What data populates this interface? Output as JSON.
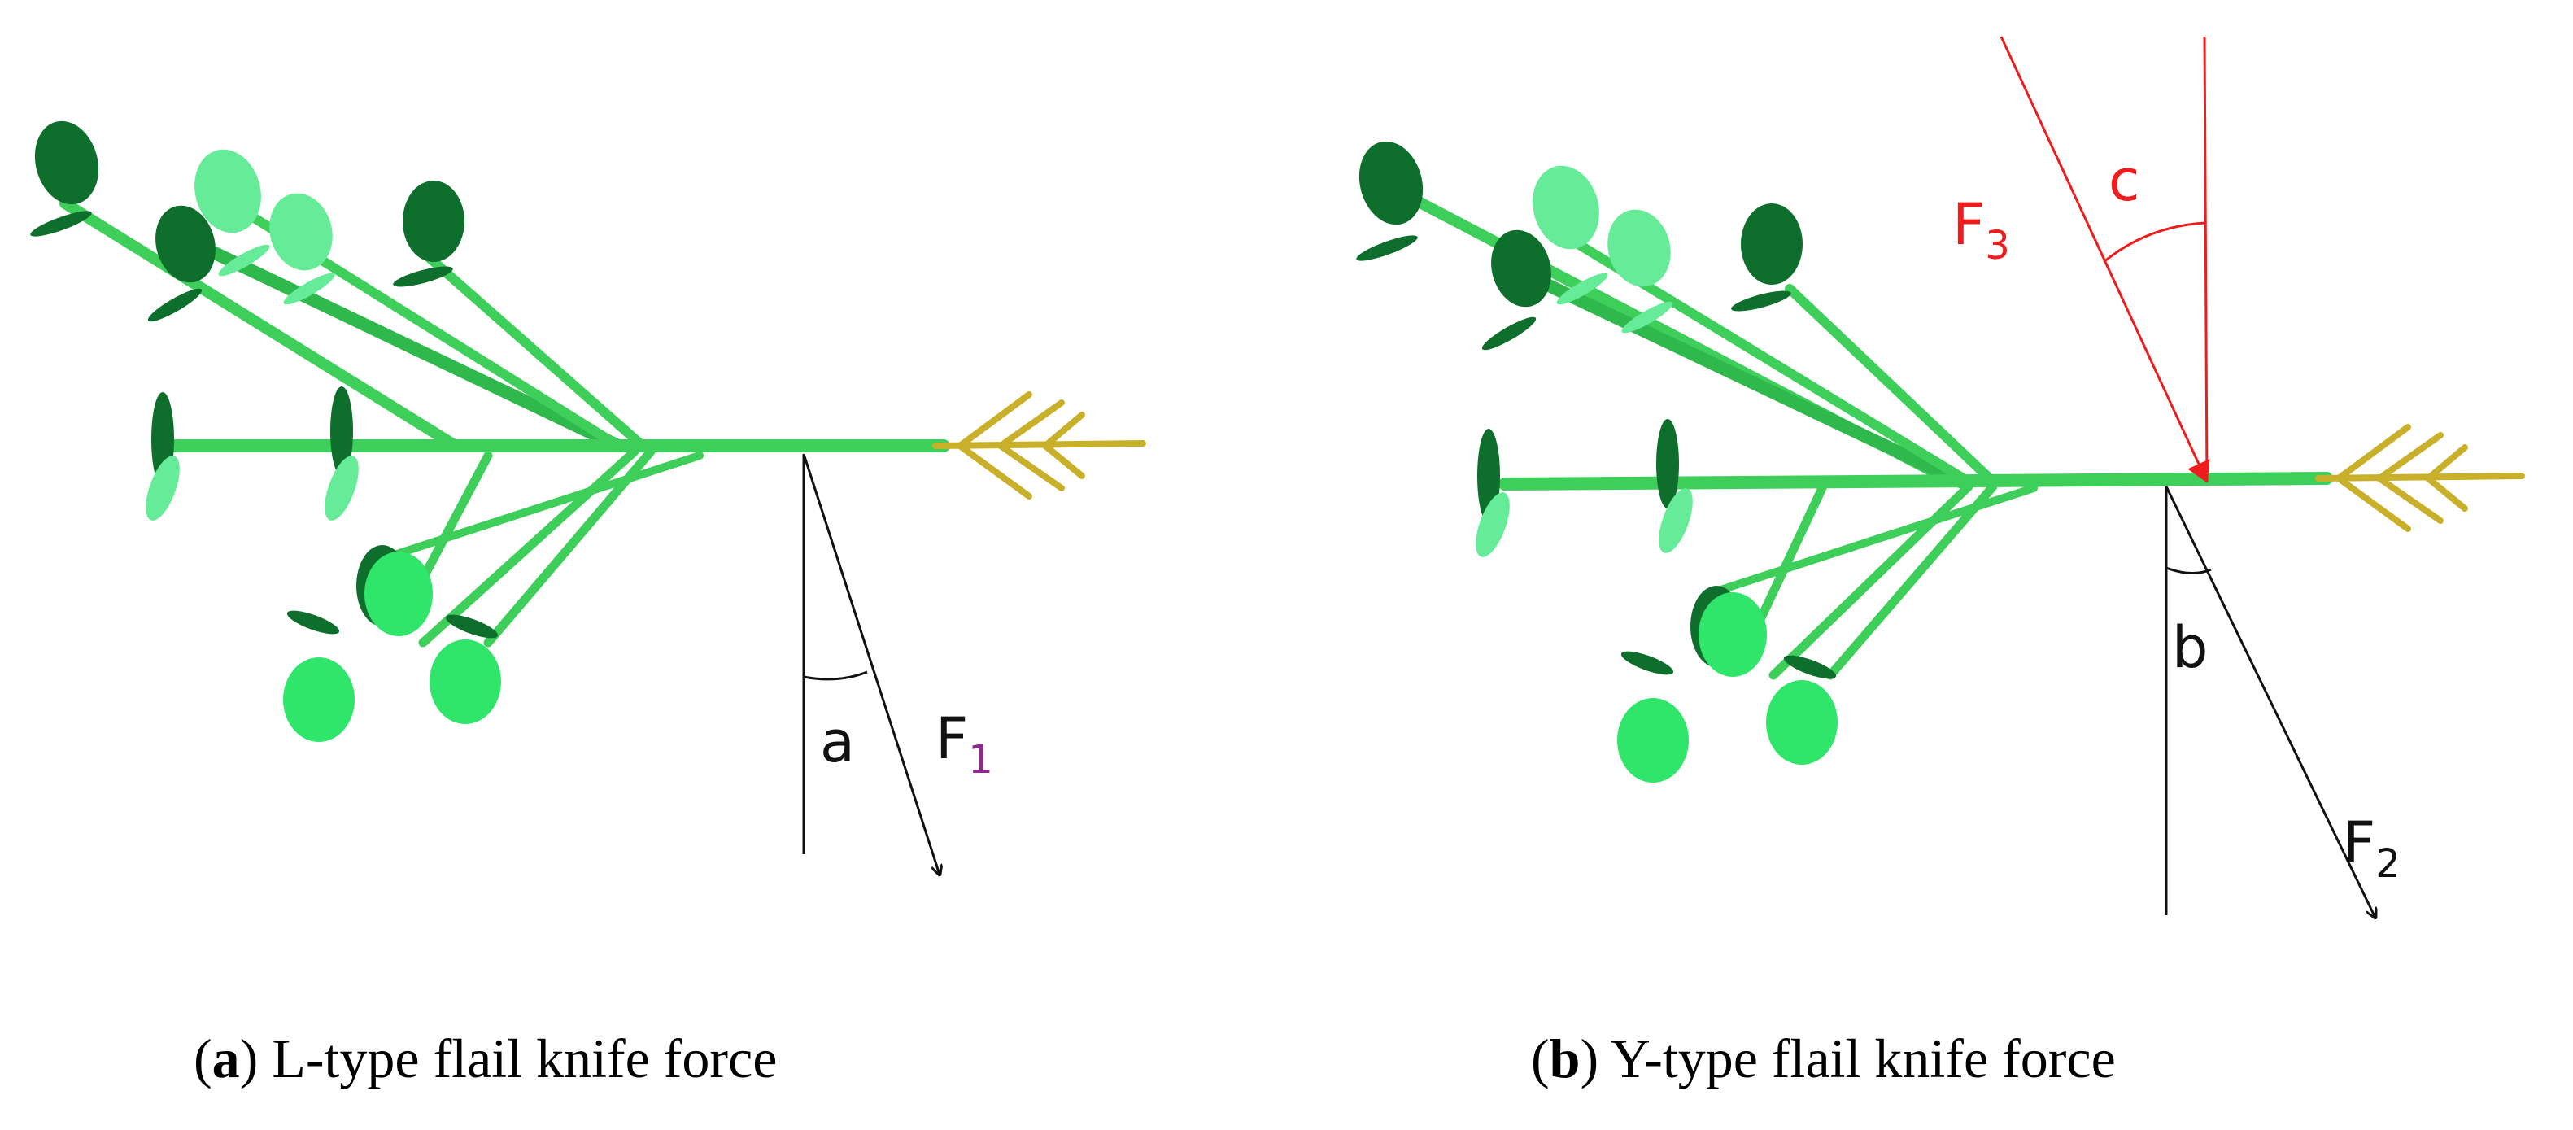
{
  "panels": [
    {
      "letter": "a",
      "caption_text": "L-type flail knife force",
      "angle_label": "a",
      "force_label": "F",
      "force_sub": "1"
    },
    {
      "letter": "b",
      "caption_text": "Y-type flail knife force",
      "angle_label": "b",
      "force_label": "F",
      "force_sub": "2",
      "extra_angle_label": "c",
      "extra_force_label": "F",
      "extra_force_sub": "3"
    }
  ],
  "caption_paren_open": "(",
  "caption_paren_close": ")",
  "colors": {
    "stem_green": "#3ecf5a",
    "dark_leaf": "#0e6e2c",
    "light_leaf": "#66ec98",
    "bright_leaf": "#2fe56a",
    "head_yellow": "#c9b02a",
    "force_black": "#111111",
    "force_red": "#ee1c1c",
    "subscript_purple": "#8a2a8a"
  },
  "icons": [
    "plant-branch-icon",
    "force-arrow-icon",
    "angle-arc-icon"
  ]
}
